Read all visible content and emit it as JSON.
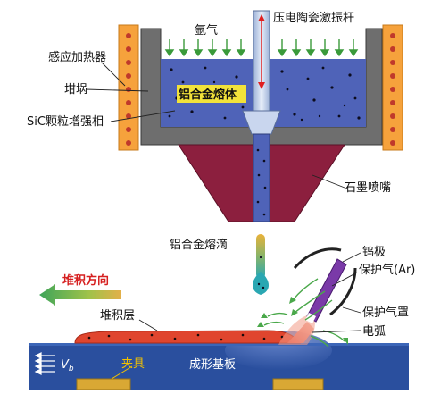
{
  "labels": {
    "argon": "氩气",
    "piezo_rod": "压电陶瓷激振杆",
    "induction_heater": "感应加热器",
    "crucible": "坩埚",
    "sic_phase": "SiC颗粒增强相",
    "melt": "铝合金熔体",
    "graphite_nozzle": "石墨喷嘴",
    "droplet": "铝合金熔滴",
    "tungsten": "钨极",
    "shield_gas": "保护气(Ar)",
    "shield_cover": "保护气罩",
    "arc": "电弧",
    "deposit_dir": "堆积方向",
    "deposit_layer": "堆积层",
    "fixture": "夹具",
    "substrate": "成形基板",
    "velocity_symbol": "V",
    "velocity_sub": "b"
  },
  "colors": {
    "melt_blue": "#4f63b8",
    "crucible_grey": "#6e6e6e",
    "heater_orange": "#f6a23c",
    "nozzle_maroon": "#8c1f3e",
    "substrate_blue": "#2a4f9e",
    "deposit_red": "#e0452e",
    "arc_pink": "#f08a7a",
    "tungsten_purple": "#7a3aa8",
    "arrow_green": "#4aa84a",
    "fixture_gold": "#d9a834",
    "melt_label_bg": "#f2e23a"
  }
}
